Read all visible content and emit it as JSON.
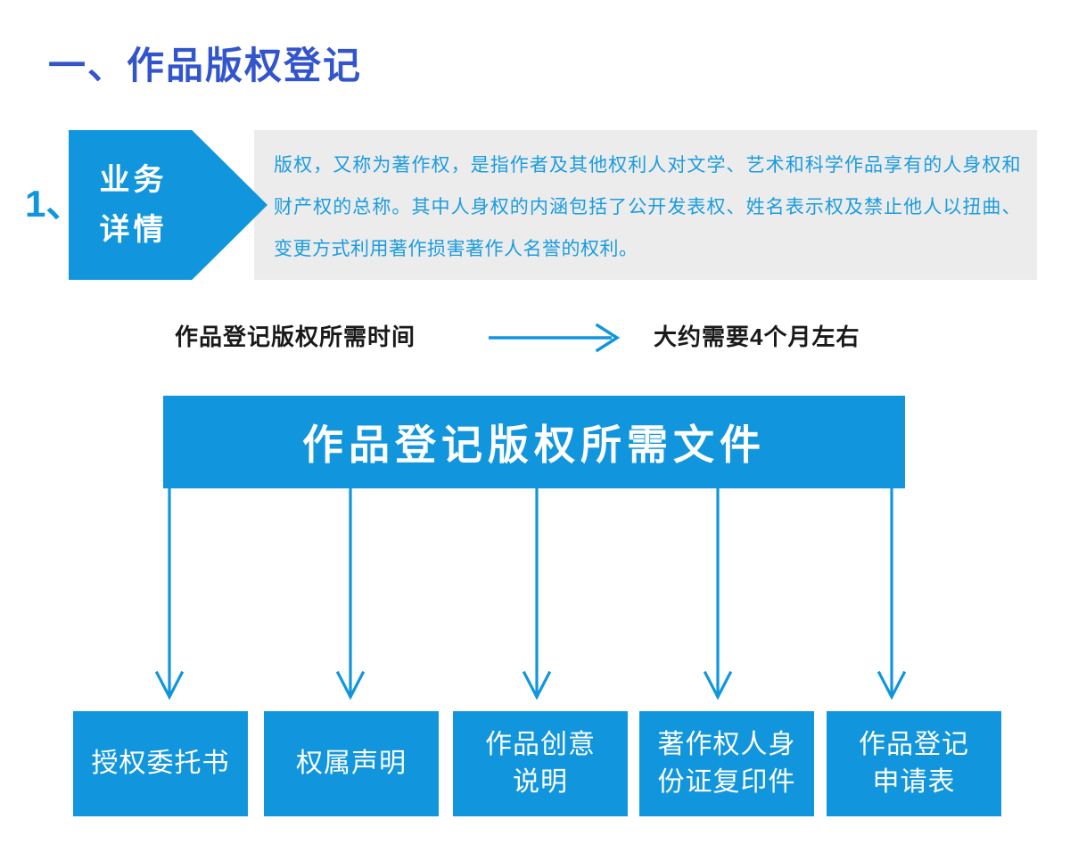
{
  "page": {
    "title": "一、作品版权登记",
    "accent_blue": "#1196de",
    "title_color": "#3355cc",
    "panel_gray": "#ececec",
    "text_dark": "#1a1a1a"
  },
  "detail_block": {
    "index_label": "1、",
    "tag_line1": "业务",
    "tag_line2": "详情",
    "body_text": "版权，又称为著作权，是指作者及其他权利人对文学、艺术和科学作品享有的人身权和财产权的总称。其中人身权的内涵包括了公开发表权、姓名表示权及禁止他人以扭曲、变更方式利用著作损害著作人名誉的权利。"
  },
  "timing": {
    "label": "作品登记版权所需时间",
    "arrow_icon": "arrow-right-icon",
    "value": "大约需要4个月左右"
  },
  "documents": {
    "banner_title": "作品登记版权所需文件",
    "items": [
      {
        "label": "授权委托书"
      },
      {
        "label": "权属声明"
      },
      {
        "label": "作品创意\n说明"
      },
      {
        "label": "著作权人身\n份证复印件"
      },
      {
        "label": "作品登记\n申请表"
      }
    ]
  }
}
